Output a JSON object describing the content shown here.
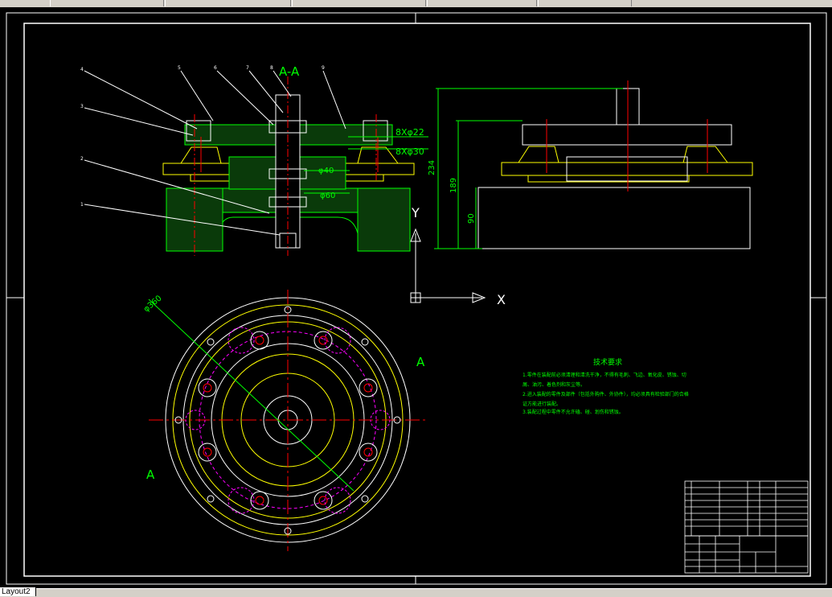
{
  "section_label": "A-A",
  "section_mark_left": "A",
  "section_mark_right": "A",
  "ucs_x": "X",
  "ucs_y": "Y",
  "dim_diameter": "φ360",
  "dim_holes_22": "8Xφ22",
  "dim_holes_30": "8Xφ30",
  "dim_bore_40": "φ40",
  "dim_bore_60": "φ60",
  "dim_height_234": "234",
  "dim_height_189": "189",
  "dim_height_90": "90",
  "callouts": [
    "1",
    "2",
    "3",
    "4",
    "5",
    "6",
    "7",
    "8",
    "9"
  ],
  "tech_title": "技术要求",
  "tech_lines": [
    "1.零件在装配前必须清理和清洗干净，不得有毛刺、飞边、氧化皮、锈蚀、切",
    "屑、油污、着色剂和灰尘等。",
    "2.进入装配的零件及部件（包括外购件、外协件），均必须具有检验部门的合格",
    "证方能进行装配。",
    "3.装配过程中零件不允许磕、碰、划伤和锈蚀。"
  ],
  "layout_tab": "Layout2"
}
